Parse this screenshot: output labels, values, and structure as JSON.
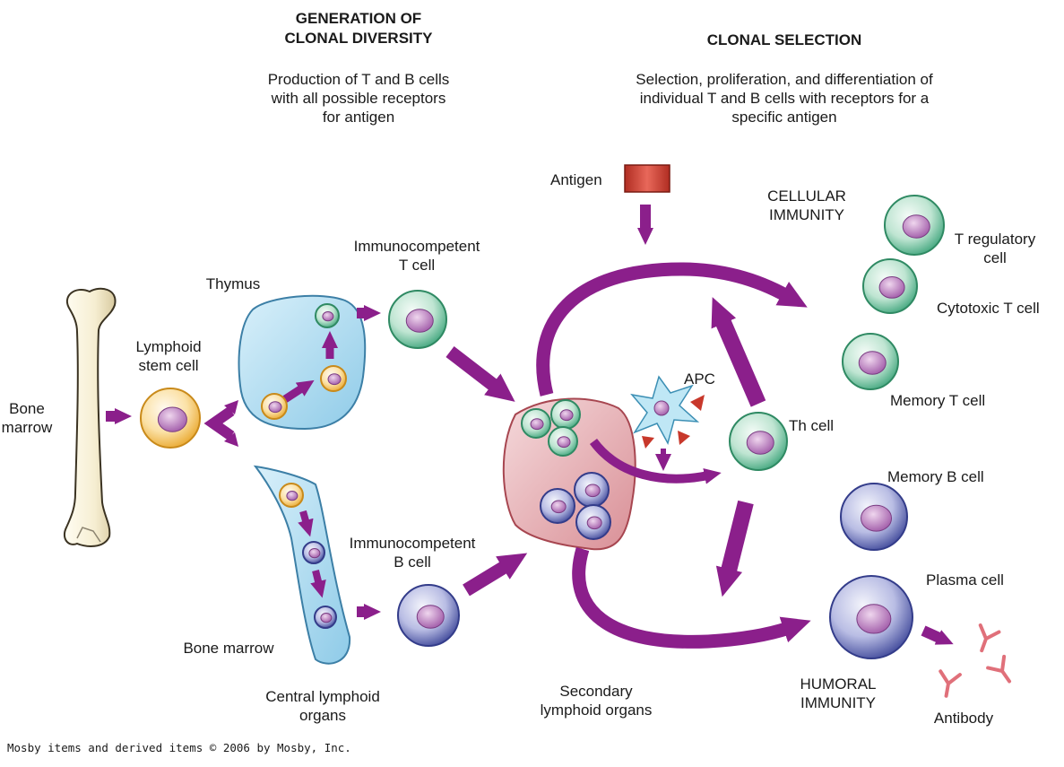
{
  "headers": {
    "generation": [
      "GENERATION OF",
      "CLONAL DIVERSITY"
    ],
    "generation_desc": [
      "Production of T and B cells",
      "with all possible receptors",
      "for antigen"
    ],
    "selection": "CLONAL SELECTION",
    "selection_desc": [
      "Selection, proliferation, and differentiation of",
      "individual T and B cells with receptors for a",
      "specific antigen"
    ]
  },
  "labels": {
    "bone_marrow_left": [
      "Bone",
      "marrow"
    ],
    "lymphoid_stem_cell": [
      "Lymphoid",
      "stem cell"
    ],
    "thymus": "Thymus",
    "immunocompetent_t": [
      "Immunocompetent",
      "T cell"
    ],
    "bone_marrow_bottom": "Bone marrow",
    "central_lymphoid": [
      "Central lymphoid",
      "organs"
    ],
    "immunocompetent_b": [
      "Immunocompetent",
      "B cell"
    ],
    "antigen": "Antigen",
    "apc": "APC",
    "th_cell": "Th cell",
    "secondary_lymphoid": [
      "Secondary",
      "lymphoid organs"
    ],
    "cellular_immunity": [
      "CELLULAR",
      "IMMUNITY"
    ],
    "t_regulatory": [
      "T regulatory",
      "cell"
    ],
    "cytotoxic_t": "Cytotoxic T cell",
    "memory_t": "Memory T cell",
    "memory_b": "Memory B cell",
    "plasma_cell": "Plasma cell",
    "humoral_immunity": [
      "HUMORAL",
      "IMMUNITY"
    ],
    "antibody": "Antibody"
  },
  "copyright": "Mosby items and derived items © 2006 by Mosby, Inc.",
  "colors": {
    "arrow": "#8b1f8b",
    "t_cell": "#4fb48e",
    "b_cell": "#4b55a8",
    "stem_cell": "#f1b53a",
    "thymus": "#a9d9ef",
    "lymph_organ": "#e3a9ae",
    "antigen": "#c8382b",
    "antibody": "#e0707a"
  }
}
